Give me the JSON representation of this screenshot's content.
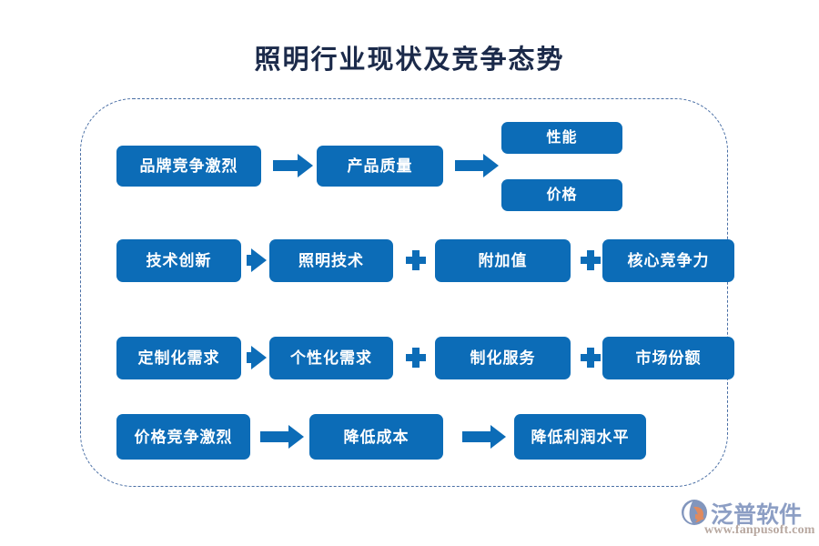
{
  "page": {
    "title": "照明行业现状及竞争态势",
    "accent_color": "#0c6cb7",
    "title_color": "#1b2a4a",
    "frame_border_color": "#4a6fa5",
    "background_color": "#ffffff"
  },
  "diagram": {
    "rows": [
      {
        "id": "row-brand-quality",
        "nodes": [
          {
            "id": "brand-competition",
            "label": "品牌竞争激烈"
          },
          {
            "id": "product-quality",
            "label": "产品质量"
          },
          {
            "id": "performance",
            "label": "性能"
          },
          {
            "id": "price",
            "label": "价格"
          }
        ],
        "connectors": [
          "arrow",
          "arrow"
        ]
      },
      {
        "id": "row-technology",
        "nodes": [
          {
            "id": "tech-innovation",
            "label": "技术创新"
          },
          {
            "id": "lighting-technology",
            "label": "照明技术"
          },
          {
            "id": "added-value",
            "label": "附加值"
          },
          {
            "id": "core-competitiveness",
            "label": "核心竞争力"
          }
        ],
        "connectors": [
          "arrow",
          "plus",
          "plus"
        ]
      },
      {
        "id": "row-customization",
        "nodes": [
          {
            "id": "customized-demand",
            "label": "定制化需求"
          },
          {
            "id": "personalized-demand",
            "label": "个性化需求"
          },
          {
            "id": "customized-service",
            "label": "制化服务"
          },
          {
            "id": "market-share",
            "label": "市场份额"
          }
        ],
        "connectors": [
          "arrow",
          "plus",
          "plus"
        ]
      },
      {
        "id": "row-price",
        "nodes": [
          {
            "id": "price-competition",
            "label": "价格竞争激烈"
          },
          {
            "id": "lower-cost",
            "label": "降低成本"
          },
          {
            "id": "lower-profit-level",
            "label": "降低利润水平"
          }
        ],
        "connectors": [
          "arrow",
          "arrow"
        ]
      }
    ]
  },
  "watermark": {
    "brand": "泛普软件",
    "url": "www.fanpusoft.com",
    "brand_color": "#8c9ec4",
    "url_color": "#b8a8a0",
    "mark_colors": {
      "blue": "#8296bd",
      "orange": "#e08a5e"
    }
  }
}
